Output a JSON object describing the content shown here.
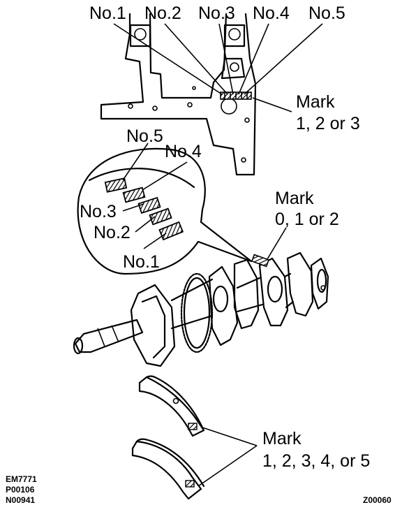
{
  "block_labels": {
    "no1": "No.1",
    "no2": "No.2",
    "no3": "No.3",
    "no4": "No.4",
    "no5": "No.5",
    "mark_line1": "Mark",
    "mark_line2": "1, 2 or 3"
  },
  "crank_labels": {
    "no5": "No.5",
    "no4": "No.4",
    "no3": "No.3",
    "no2": "No.2",
    "no1": "No.1",
    "mark_line1": "Mark",
    "mark_line2": "0, 1 or 2"
  },
  "bearing_labels": {
    "mark_line1": "Mark",
    "mark_line2": "1, 2, 3, 4, or 5"
  },
  "codes": {
    "line1": "EM7771",
    "line2": "P00106",
    "line3": "N00941",
    "right": "Z00060"
  }
}
